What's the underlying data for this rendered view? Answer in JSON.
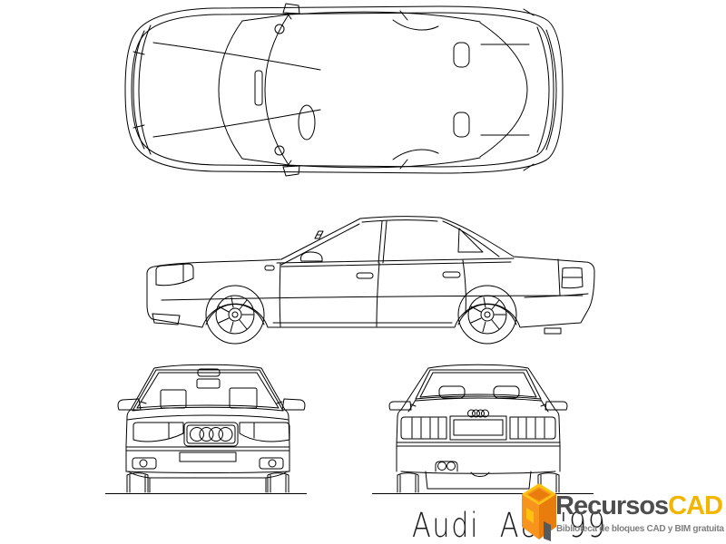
{
  "drawing": {
    "title": "Audi  A8  '99",
    "line_color": "#000000",
    "background_color": "#ffffff",
    "views": [
      {
        "name": "top view"
      },
      {
        "name": "side view"
      },
      {
        "name": "front view"
      },
      {
        "name": "rear view"
      }
    ]
  },
  "watermark": {
    "brand_part1": "Recursos",
    "brand_part2": "CAD",
    "tagline": "Biblioteca de bloques CAD y BIM gratuita",
    "colors": {
      "brand_part1": "#4d4d4d",
      "brand_part2": "#f2b600",
      "tagline": "#7f7f7f",
      "cube_yellow": "#ffc20e",
      "cube_orange": "#f7941d",
      "cube_dark_orange": "#e87d0d",
      "cube_gray": "#58595b"
    }
  }
}
